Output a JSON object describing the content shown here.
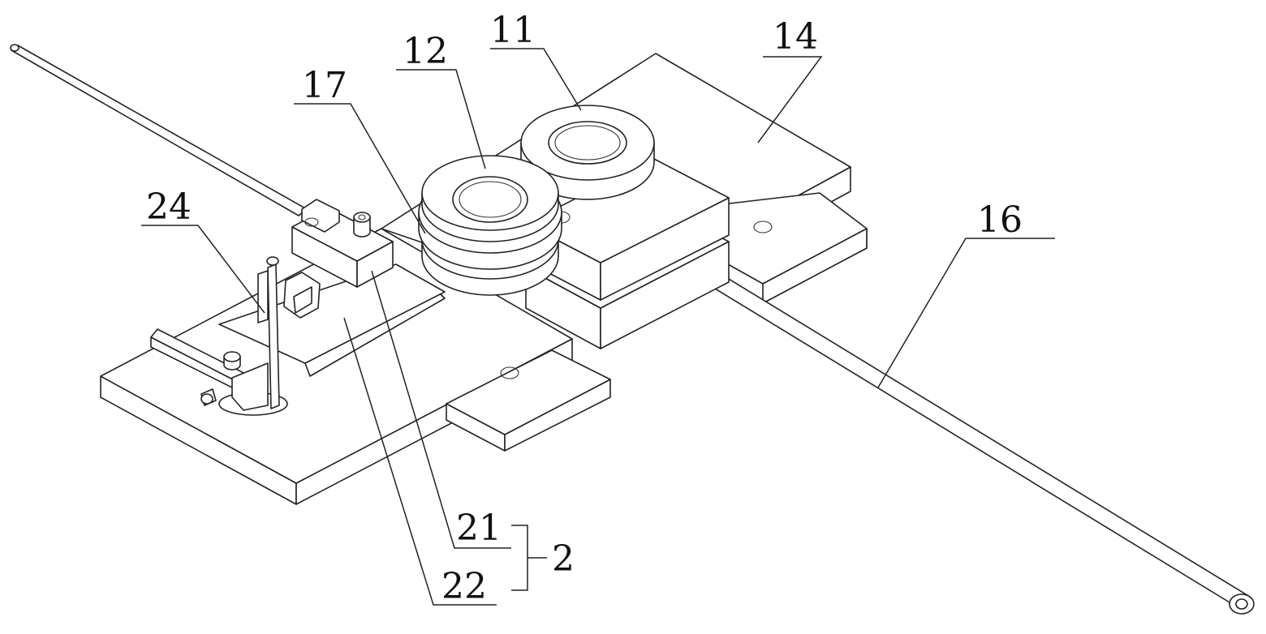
{
  "labels": {
    "p11": "11",
    "p12": "12",
    "p14": "14",
    "p16": "16",
    "p17": "17",
    "p24": "24",
    "p21": "21",
    "p22": "22",
    "p2": "2"
  }
}
